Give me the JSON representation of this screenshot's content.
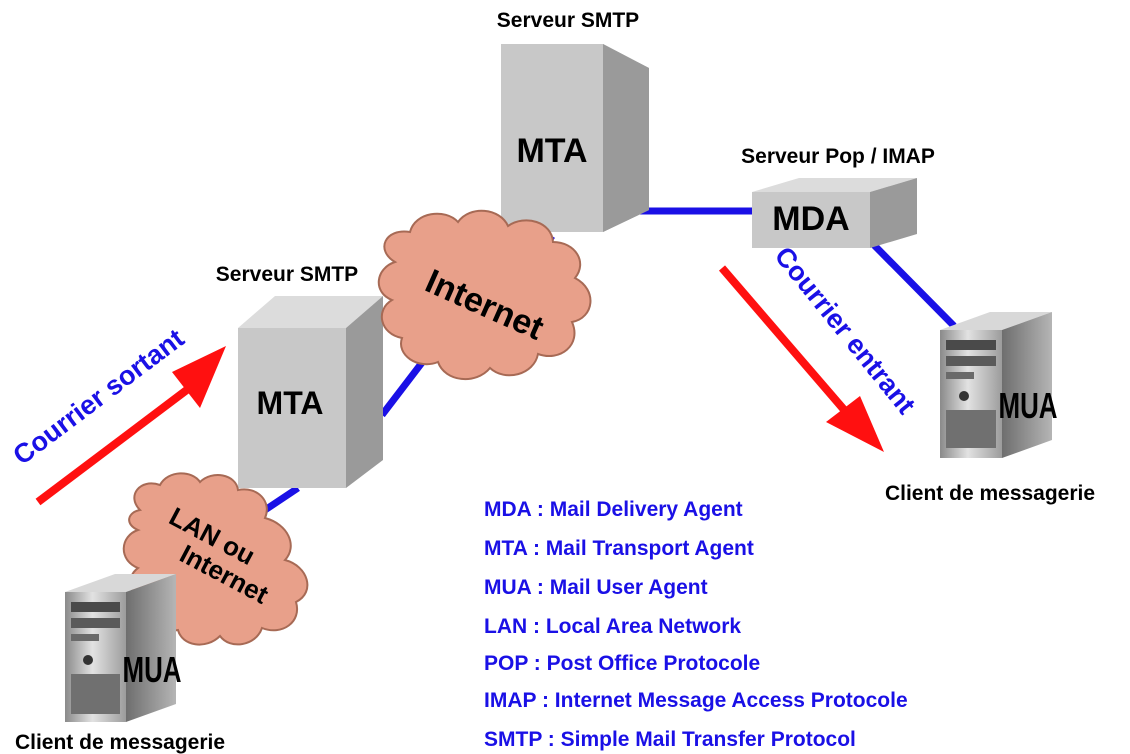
{
  "nodes": {
    "smtp_top": {
      "caption": "Serveur SMTP",
      "box_label": "MTA"
    },
    "smtp_left": {
      "caption": "Serveur SMTP",
      "box_label": "MTA"
    },
    "pop_imap": {
      "caption": "Serveur Pop / IMAP",
      "box_label": "MDA"
    },
    "client_right": {
      "caption": "Client de messagerie",
      "box_label": "MUA"
    },
    "client_left": {
      "caption": "Client de messagerie",
      "box_label": "MUA"
    }
  },
  "clouds": {
    "internet": "Internet",
    "lan_line1": "LAN ou",
    "lan_line2": "Internet"
  },
  "arrows": {
    "outgoing": "Courrier sortant",
    "incoming": "Courrier entrant"
  },
  "legend": [
    "MDA : Mail Delivery Agent",
    "MTA : Mail Transport Agent",
    "MUA : Mail User Agent",
    "LAN : Local Area Network",
    "POP : Post Office Protocole",
    "IMAP : Internet Message Access Protocole",
    "SMTP : Simple Mail Transfer Protocol"
  ],
  "colors": {
    "link": "#1a10e6",
    "arrow": "#ff1010",
    "legend_text": "#1a10e6",
    "cloud_fill": "#e8a08a",
    "server_face": "#c8c8c8"
  }
}
